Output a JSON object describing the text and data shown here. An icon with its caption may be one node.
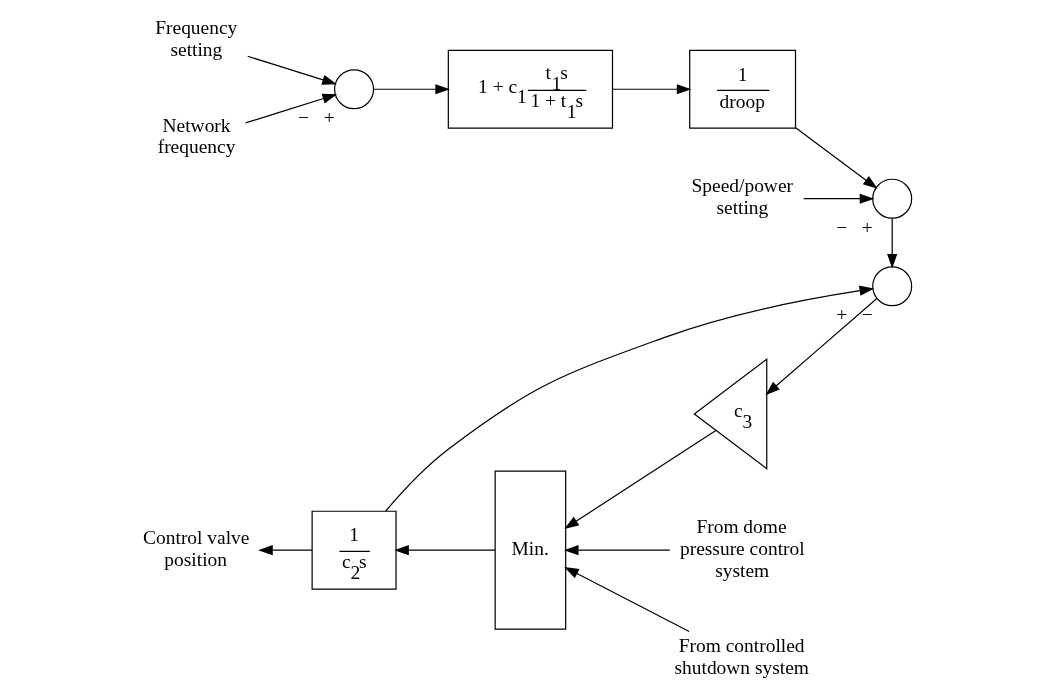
{
  "diagram": {
    "nodes": [
      {
        "text": [
          "Frequency setting"
        ]
      },
      {
        "text": [
          "Network frequency"
        ]
      },
      {
        "text": [],
        "shape": "circle",
        "beside": [
          "−",
          "+"
        ]
      },
      {
        "text": [
          "1 + c$_{1}$",
          "t$_{1}$s",
          "1 + t$_{1}$s"
        ]
      },
      {
        "text": [
          "1",
          "droop"
        ]
      },
      {
        "text": [
          "Speed/power setting"
        ]
      },
      {
        "text": [],
        "shape": "circle",
        "beside": [
          "−",
          "+"
        ]
      },
      {
        "text": [],
        "shape": "circle",
        "beside": [
          "+",
          "−"
        ]
      },
      {
        "text": [
          "c$_{3}$"
        ]
      },
      {
        "text": [
          "Min."
        ]
      },
      {
        "text": [
          "1",
          "c$_{2}$s"
        ]
      },
      {
        "text": [
          "From dome pressure control system"
        ]
      },
      {
        "text": [
          "From controlled shutdown system"
        ]
      },
      {
        "text": [
          "Control valve position"
        ]
      }
    ],
    "edges": [
      {
        "from": 0,
        "to": 2,
        "arrow": "to"
      },
      {
        "from": 1,
        "to": 2,
        "arrow": "to"
      },
      {
        "from": 2,
        "to": 3,
        "arrow": "to"
      },
      {
        "from": 3,
        "to": 4,
        "arrow": "to"
      },
      {
        "from": 4,
        "to": 6,
        "arrow": "to"
      },
      {
        "from": 5,
        "to": 6,
        "arrow": "to"
      },
      {
        "from": 6,
        "to": 7,
        "arrow": "to"
      },
      {
        "from": 7,
        "to": 8,
        "arrow": "to"
      },
      {
        "from": 8,
        "to": 9,
        "arrow": "to"
      },
      {
        "from": 11,
        "to": 9,
        "arrow": "to"
      },
      {
        "from": 12,
        "to": 9,
        "arrow": "to"
      },
      {
        "from": 9,
        "to": 10,
        "arrow": "to"
      },
      {
        "from": 10,
        "to": 13,
        "arrow": "to"
      },
      {
        "from": 10,
        "to": 7,
        "arrow": "to"
      }
    ]
  }
}
